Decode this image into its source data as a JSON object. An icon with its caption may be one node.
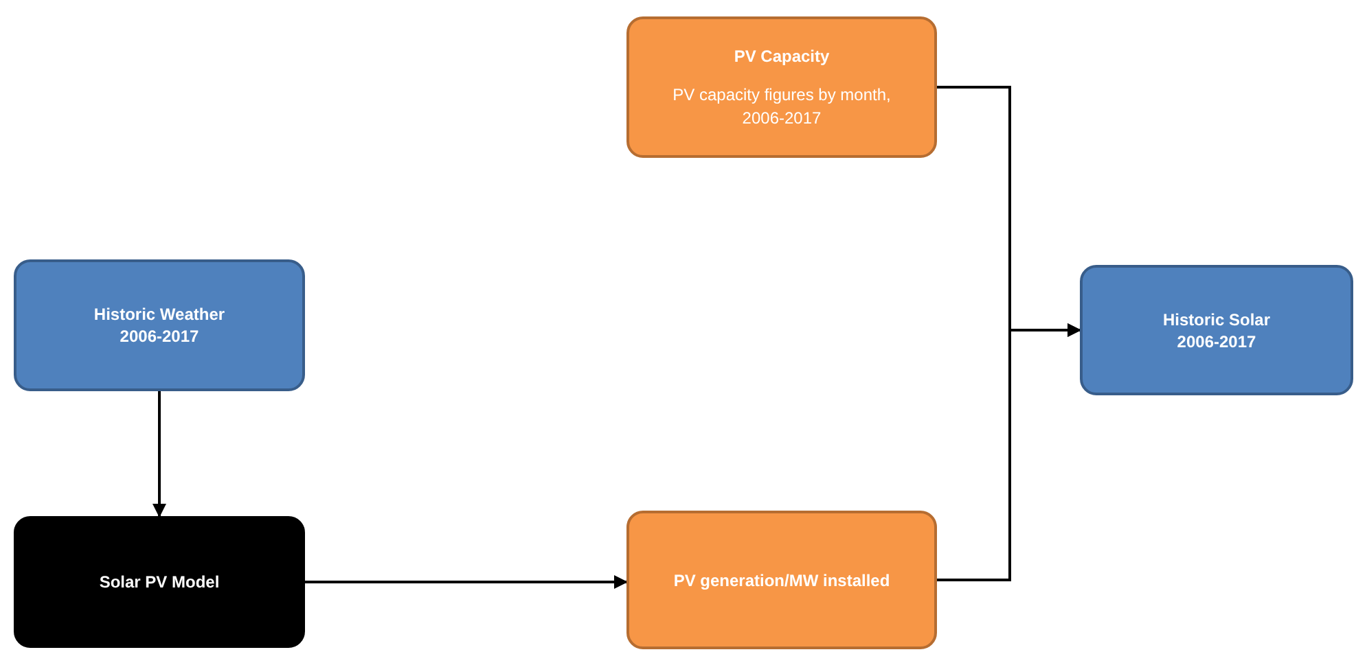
{
  "diagram": {
    "nodes": [
      {
        "text": [
          "PV Capacity",
          "PV capacity figures by month, 2006-2017"
        ]
      },
      {
        "text": [
          "Historic Weather 2006-2017"
        ]
      },
      {
        "text": [
          "Historic Solar 2006-2017"
        ]
      },
      {
        "text": [
          "Solar PV Model"
        ]
      },
      {
        "text": [
          "PV generation/MW installed"
        ]
      }
    ],
    "edges": [
      {
        "from": 1,
        "to": 3,
        "arrow": "to"
      },
      {
        "from": 3,
        "to": 4,
        "arrow": "to"
      },
      {
        "from": 0,
        "to": 2,
        "arrow": "to"
      },
      {
        "from": 4,
        "to": 2,
        "arrow": "to"
      }
    ]
  }
}
